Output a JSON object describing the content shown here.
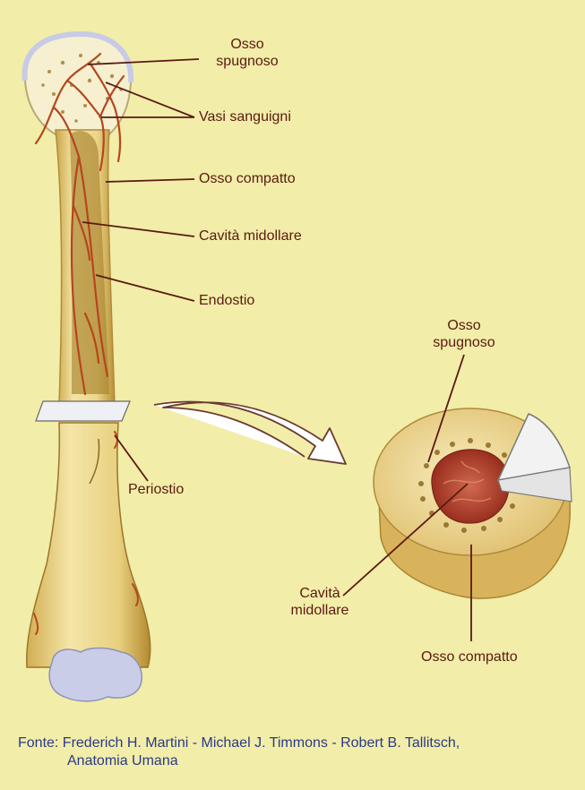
{
  "labels": {
    "osso_spugnoso_top_1": "Osso",
    "osso_spugnoso_top_2": "spugnoso",
    "vasi_sanguigni": "Vasi sanguigni",
    "osso_compatto_top": "Osso compatto",
    "cavita_midollare_top": "Cavità midollare",
    "endostio": "Endostio",
    "periostio": "Periostio",
    "osso_spugnoso_right_1": "Osso",
    "osso_spugnoso_right_2": "spugnoso",
    "cavita_midollare_bottom_1": "Cavità",
    "cavita_midollare_bottom_2": "midollare",
    "osso_compatto_bottom": "Osso compatto"
  },
  "caption": {
    "line1": "Fonte: Frederich H. Martini - Michael J. Timmons - Robert B. Tallitsch,",
    "line2": "Anatomia Umana"
  },
  "colors": {
    "background": "#f2eda8",
    "bone": "#ecd68a",
    "bone_shadow": "#c9a548",
    "marrow": "#b8402a",
    "vessel": "#b5461e",
    "cartilage": "#c9cde8",
    "leader_line": "#5a1a12",
    "caption_text": "#2a3a8a"
  }
}
